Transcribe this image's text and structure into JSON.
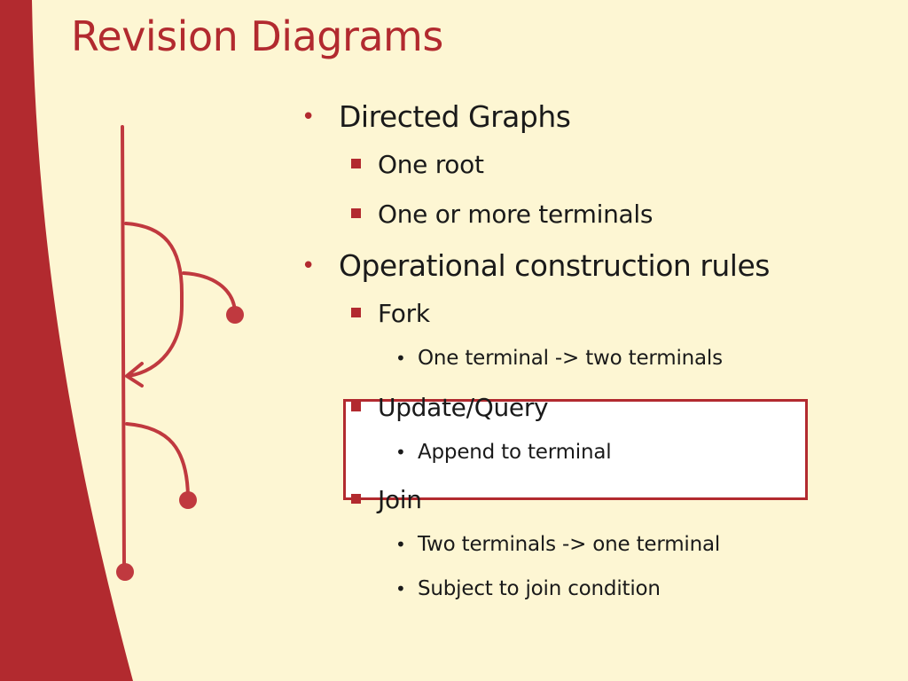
{
  "slide": {
    "title": "Revision Diagrams",
    "accent_color": "#b22a2f",
    "background_color": "#fdf6d3"
  },
  "bullets": {
    "directed_graphs": "Directed Graphs",
    "one_root": "One root",
    "one_or_more_terminals": "One or more terminals",
    "operational_rules": "Operational construction rules",
    "fork": "Fork",
    "fork_desc": "One terminal -> two terminals",
    "update_query": "Update/Query",
    "update_query_desc": "Append to terminal",
    "join": "Join",
    "join_desc_1": "Two terminals -> one terminal",
    "join_desc_2": "Subject to join condition"
  },
  "markers": {
    "level1": "•",
    "level3": "•"
  }
}
